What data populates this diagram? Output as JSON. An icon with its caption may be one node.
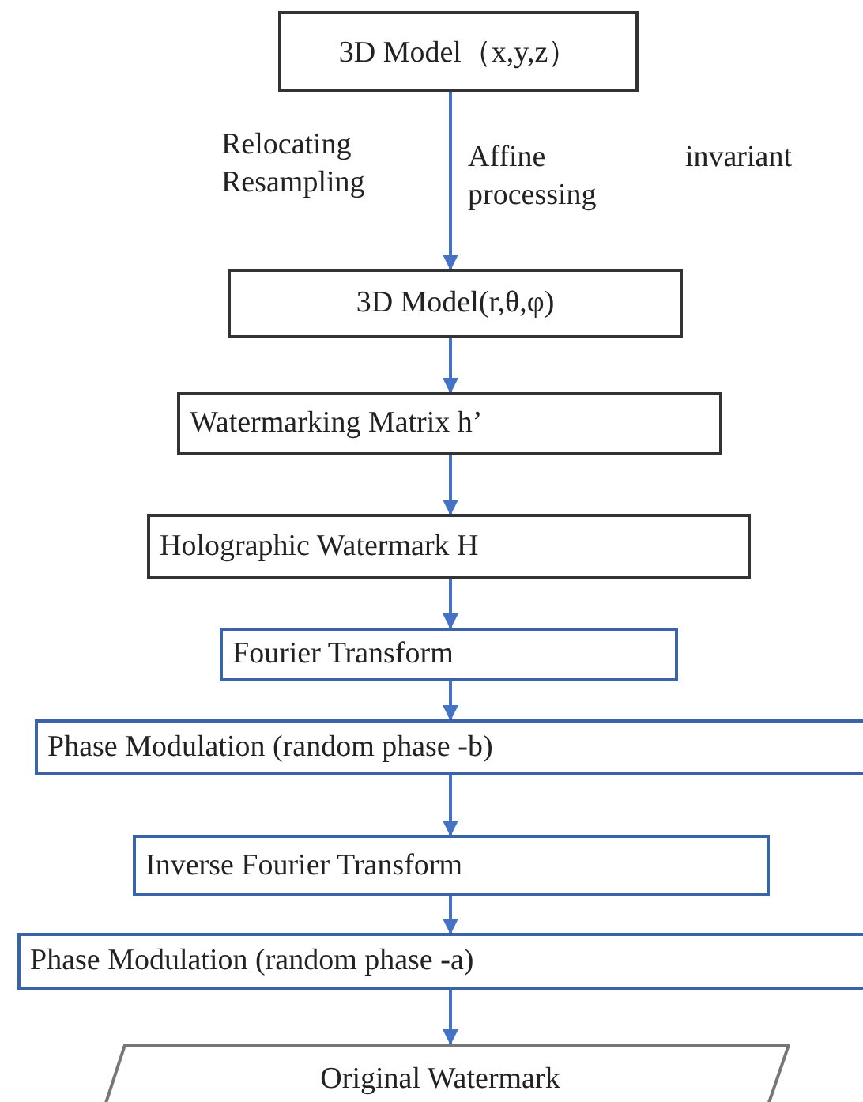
{
  "diagram": {
    "nodes": [
      {
        "text": [
          "3D Model（x,y,z）"
        ]
      },
      {
        "text": [
          "3D Model(r,θ,φ)"
        ]
      },
      {
        "text": [
          "Watermarking Matrix h’"
        ]
      },
      {
        "text": [
          "Holographic Watermark H"
        ]
      },
      {
        "text": [
          "Fourier Transform"
        ]
      },
      {
        "text": [
          "Phase Modulation (random phase -b)"
        ]
      },
      {
        "text": [
          "Inverse Fourier Transform"
        ]
      },
      {
        "text": [
          "Phase Modulation (random phase -a)"
        ]
      },
      {
        "text": [
          "Original Watermark"
        ]
      }
    ],
    "edges": [
      {
        "from": 0,
        "to": 1,
        "arrow": "to",
        "label": "Affine invariant processing"
      },
      {
        "from": 1,
        "to": 2,
        "arrow": "to"
      },
      {
        "from": 2,
        "to": 3,
        "arrow": "to"
      },
      {
        "from": 3,
        "to": 4,
        "arrow": "to"
      },
      {
        "from": 4,
        "to": 5,
        "arrow": "to"
      },
      {
        "from": 5,
        "to": 6,
        "arrow": "to"
      },
      {
        "from": 6,
        "to": 7,
        "arrow": "to"
      },
      {
        "from": 7,
        "to": 8,
        "arrow": "to"
      }
    ],
    "labels": [
      "Relocating Resampling"
    ]
  }
}
